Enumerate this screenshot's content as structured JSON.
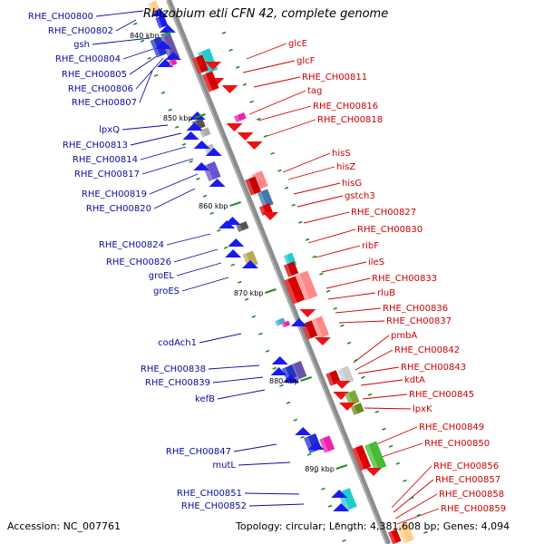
{
  "title": "Rhizobium etli CFN 42, complete genome",
  "footer": {
    "accession": "Accession: NC_007761",
    "summary": "Topology: circular; Length: 4,381,608 bp; Genes: 4,094"
  },
  "colors": {
    "forward_label": "#0b0b9e",
    "reverse_label": "#cc0000",
    "backbone": "#8c8c8c",
    "tick": "#1f8a1f"
  },
  "scale_ticks": [
    "840 kbp",
    "850 kbp",
    "860 kbp",
    "870 kbp",
    "880 kbp",
    "890 kbp"
  ],
  "left_genes": [
    "RHE_CH00800",
    "RHE_CH00802",
    "gsh",
    "RHE_CH00804",
    "RHE_CH00805",
    "RHE_CH00806",
    "RHE_CH00807",
    "lpxQ",
    "RHE_CH00813",
    "RHE_CH00814",
    "RHE_CH00817",
    "RHE_CH00819",
    "RHE_CH00820",
    "RHE_CH00824",
    "RHE_CH00826",
    "groEL",
    "groES",
    "codAch1",
    "RHE_CH00838",
    "RHE_CH00839",
    "kefB",
    "RHE_CH00847",
    "mutL",
    "RHE_CH00851",
    "RHE_CH00852"
  ],
  "right_genes": [
    "glcE",
    "glcF",
    "RHE_CH00811",
    "tag",
    "RHE_CH00816",
    "RHE_CH00818",
    "hisS",
    "hisZ",
    "hisG",
    "gstch3",
    "RHE_CH00827",
    "RHE_CH00830",
    "ribF",
    "ileS",
    "RHE_CH00833",
    "rluB",
    "RHE_CH00836",
    "RHE_CH00837",
    "pmbA",
    "RHE_CH00842",
    "RHE_CH00843",
    "kdtA",
    "RHE_CH00845",
    "lpxK",
    "RHE_CH00849",
    "RHE_CH00850",
    "RHE_CH00856",
    "RHE_CH00857",
    "RHE_CH00858",
    "RHE_CH00859"
  ]
}
